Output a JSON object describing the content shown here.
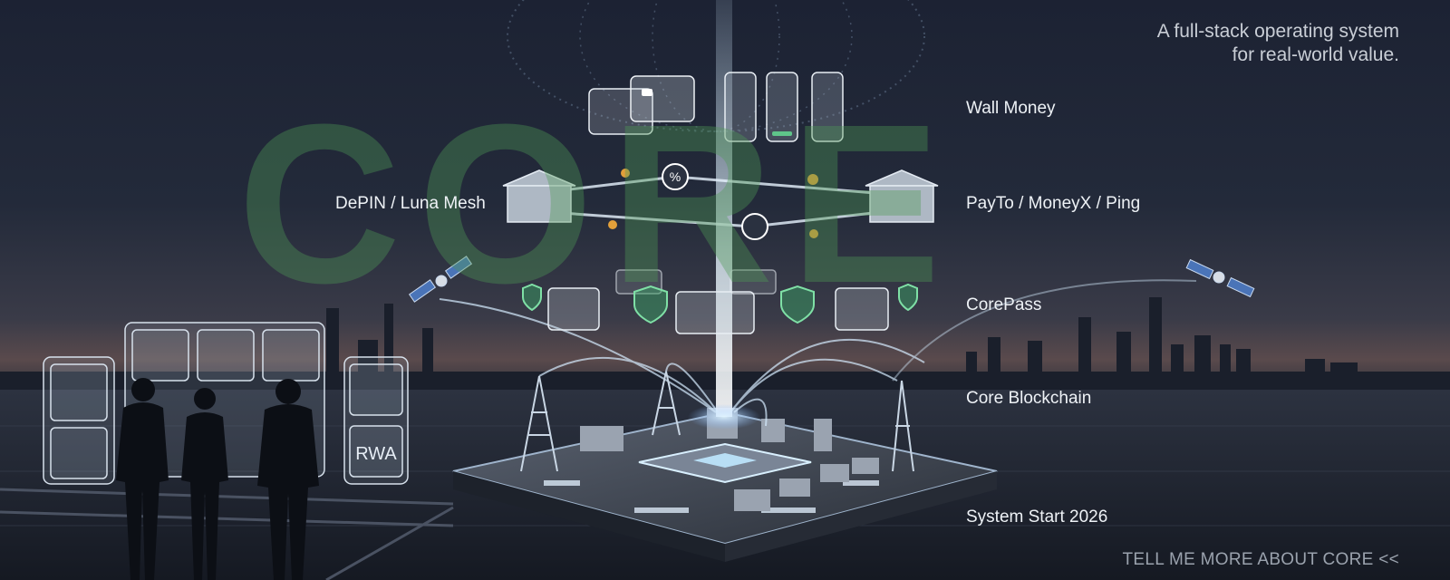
{
  "tagline": {
    "line1": "A full-stack operating system",
    "line2": "for real-world value."
  },
  "wordmark": "CORE",
  "labels": {
    "wall_money": "Wall Money",
    "depin": "DePIN / Luna Mesh",
    "payto": "PayTo / MoneyX / Ping",
    "corepass": "CorePass",
    "blockchain": "Core Blockchain",
    "system_start": "System Start 2026"
  },
  "illustration": {
    "rwa_badge": "RWA"
  },
  "cta": {
    "label": "TELL ME MORE ABOUT CORE <<"
  },
  "colors": {
    "wordmark": "#4f9a56",
    "text": "#eef2f6",
    "tagline": "#c9ced6",
    "cta": "#9aa2ad",
    "glow": "#bfe6ff",
    "shield": "#5fc48a"
  }
}
